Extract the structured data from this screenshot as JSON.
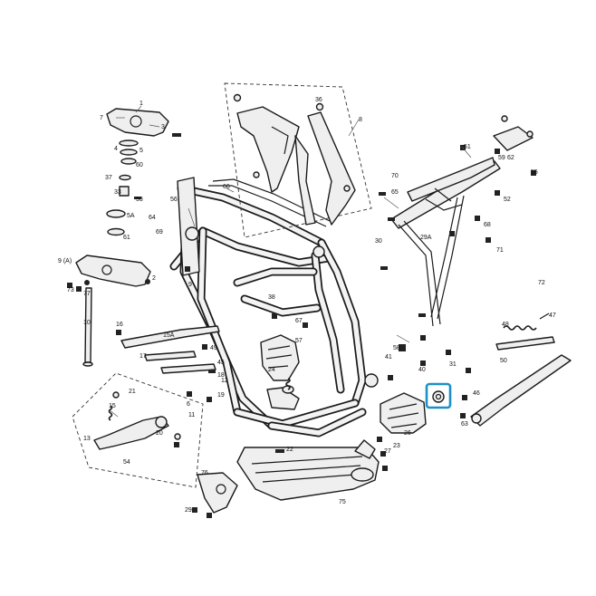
{
  "diagram": {
    "highlight_color": "#1e8fc6",
    "line_color": "#1b1b1b",
    "callouts": [
      {
        "id": "c1",
        "text": "1"
      },
      {
        "id": "c2",
        "text": "2"
      },
      {
        "id": "c3",
        "text": "3"
      },
      {
        "id": "c4",
        "text": "4"
      },
      {
        "id": "c5",
        "text": "5"
      },
      {
        "id": "c6",
        "text": "6"
      },
      {
        "id": "c7",
        "text": "7"
      },
      {
        "id": "c8",
        "text": "8"
      },
      {
        "id": "c9",
        "text": "9"
      },
      {
        "id": "c10",
        "text": "10"
      },
      {
        "id": "c11",
        "text": "11"
      },
      {
        "id": "c12",
        "text": "12"
      },
      {
        "id": "c13",
        "text": "13"
      },
      {
        "id": "c15",
        "text": "15"
      },
      {
        "id": "c16",
        "text": "16"
      },
      {
        "id": "c17",
        "text": "17"
      },
      {
        "id": "c18",
        "text": "18"
      },
      {
        "id": "c19",
        "text": "19"
      },
      {
        "id": "c20",
        "text": "20"
      },
      {
        "id": "c21",
        "text": "21"
      },
      {
        "id": "c22",
        "text": "22"
      },
      {
        "id": "c23",
        "text": "23"
      },
      {
        "id": "c24",
        "text": "24"
      },
      {
        "id": "c26",
        "text": "26"
      },
      {
        "id": "c27",
        "text": "27"
      },
      {
        "id": "c29",
        "text": "29"
      },
      {
        "id": "c29a",
        "text": "29A"
      },
      {
        "id": "c30",
        "text": "30"
      },
      {
        "id": "c31",
        "text": "31"
      },
      {
        "id": "c33",
        "text": "33"
      },
      {
        "id": "c36",
        "text": "36"
      },
      {
        "id": "c37",
        "text": "37"
      },
      {
        "id": "c38",
        "text": "38"
      },
      {
        "id": "c40",
        "text": "40"
      },
      {
        "id": "c41",
        "text": "41"
      },
      {
        "id": "c45",
        "text": "45"
      },
      {
        "id": "c46",
        "text": "46"
      },
      {
        "id": "c47",
        "text": "47"
      },
      {
        "id": "c48",
        "text": "48"
      },
      {
        "id": "c49",
        "text": "49"
      },
      {
        "id": "c50",
        "text": "50"
      },
      {
        "id": "c51",
        "text": "51"
      },
      {
        "id": "c52",
        "text": "52"
      },
      {
        "id": "c53",
        "text": "53"
      },
      {
        "id": "c54",
        "text": "54"
      },
      {
        "id": "c55",
        "text": "55"
      },
      {
        "id": "c56",
        "text": "56"
      },
      {
        "id": "c57",
        "text": "57"
      },
      {
        "id": "c58",
        "text": "58"
      },
      {
        "id": "c59",
        "text": "59"
      },
      {
        "id": "c60",
        "text": "60"
      },
      {
        "id": "c61",
        "text": "61"
      },
      {
        "id": "c62",
        "text": "62"
      },
      {
        "id": "c63",
        "text": "63"
      },
      {
        "id": "c64",
        "text": "64"
      },
      {
        "id": "c65",
        "text": "65"
      },
      {
        "id": "c66",
        "text": "66"
      },
      {
        "id": "c67",
        "text": "67"
      },
      {
        "id": "c68",
        "text": "68"
      },
      {
        "id": "c69",
        "text": "69"
      },
      {
        "id": "c70",
        "text": "70"
      },
      {
        "id": "c71",
        "text": "71"
      },
      {
        "id": "c72",
        "text": "72"
      },
      {
        "id": "c73",
        "text": "73"
      },
      {
        "id": "c75",
        "text": "75"
      },
      {
        "id": "c76",
        "text": "76"
      },
      {
        "id": "c77",
        "text": "77"
      },
      {
        "id": "c9a",
        "text": "9 (A)"
      },
      {
        "id": "c5a",
        "text": "5A"
      },
      {
        "id": "c15a",
        "text": "15A"
      }
    ]
  }
}
